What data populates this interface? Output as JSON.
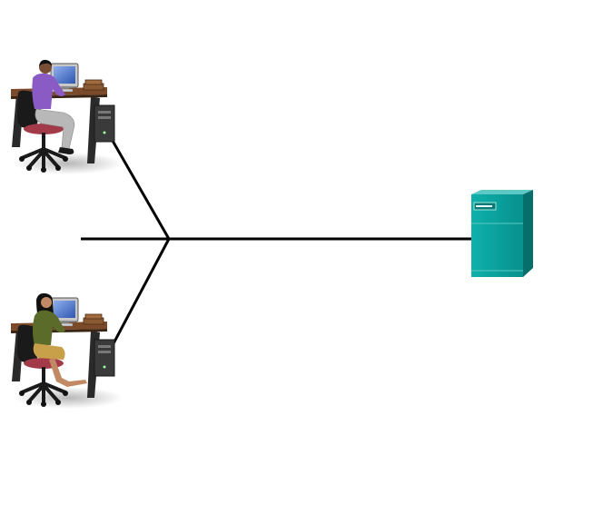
{
  "diagram": {
    "nodes": [
      {
        "id": "workstation-1",
        "kind": "workstation",
        "user": "male"
      },
      {
        "id": "workstation-2",
        "kind": "workstation",
        "user": "female"
      },
      {
        "id": "server",
        "kind": "server"
      }
    ],
    "links": [
      {
        "from": "workstation-1",
        "to": "junction"
      },
      {
        "from": "workstation-2",
        "to": "junction"
      },
      {
        "from": "junction",
        "to": "server"
      }
    ],
    "colors": {
      "line": "#000000",
      "server": "#0a9a96",
      "server_dark": "#066e6b",
      "server_light": "#5cc9c4",
      "shirt_male": "#8a5bc4",
      "shirt_female": "#5a6b2a",
      "desk_top": "#7a4a2a",
      "chair": "#1a1a1a",
      "chair_seat": "#a33a4a",
      "monitor_screen": "#4a74c8"
    }
  }
}
